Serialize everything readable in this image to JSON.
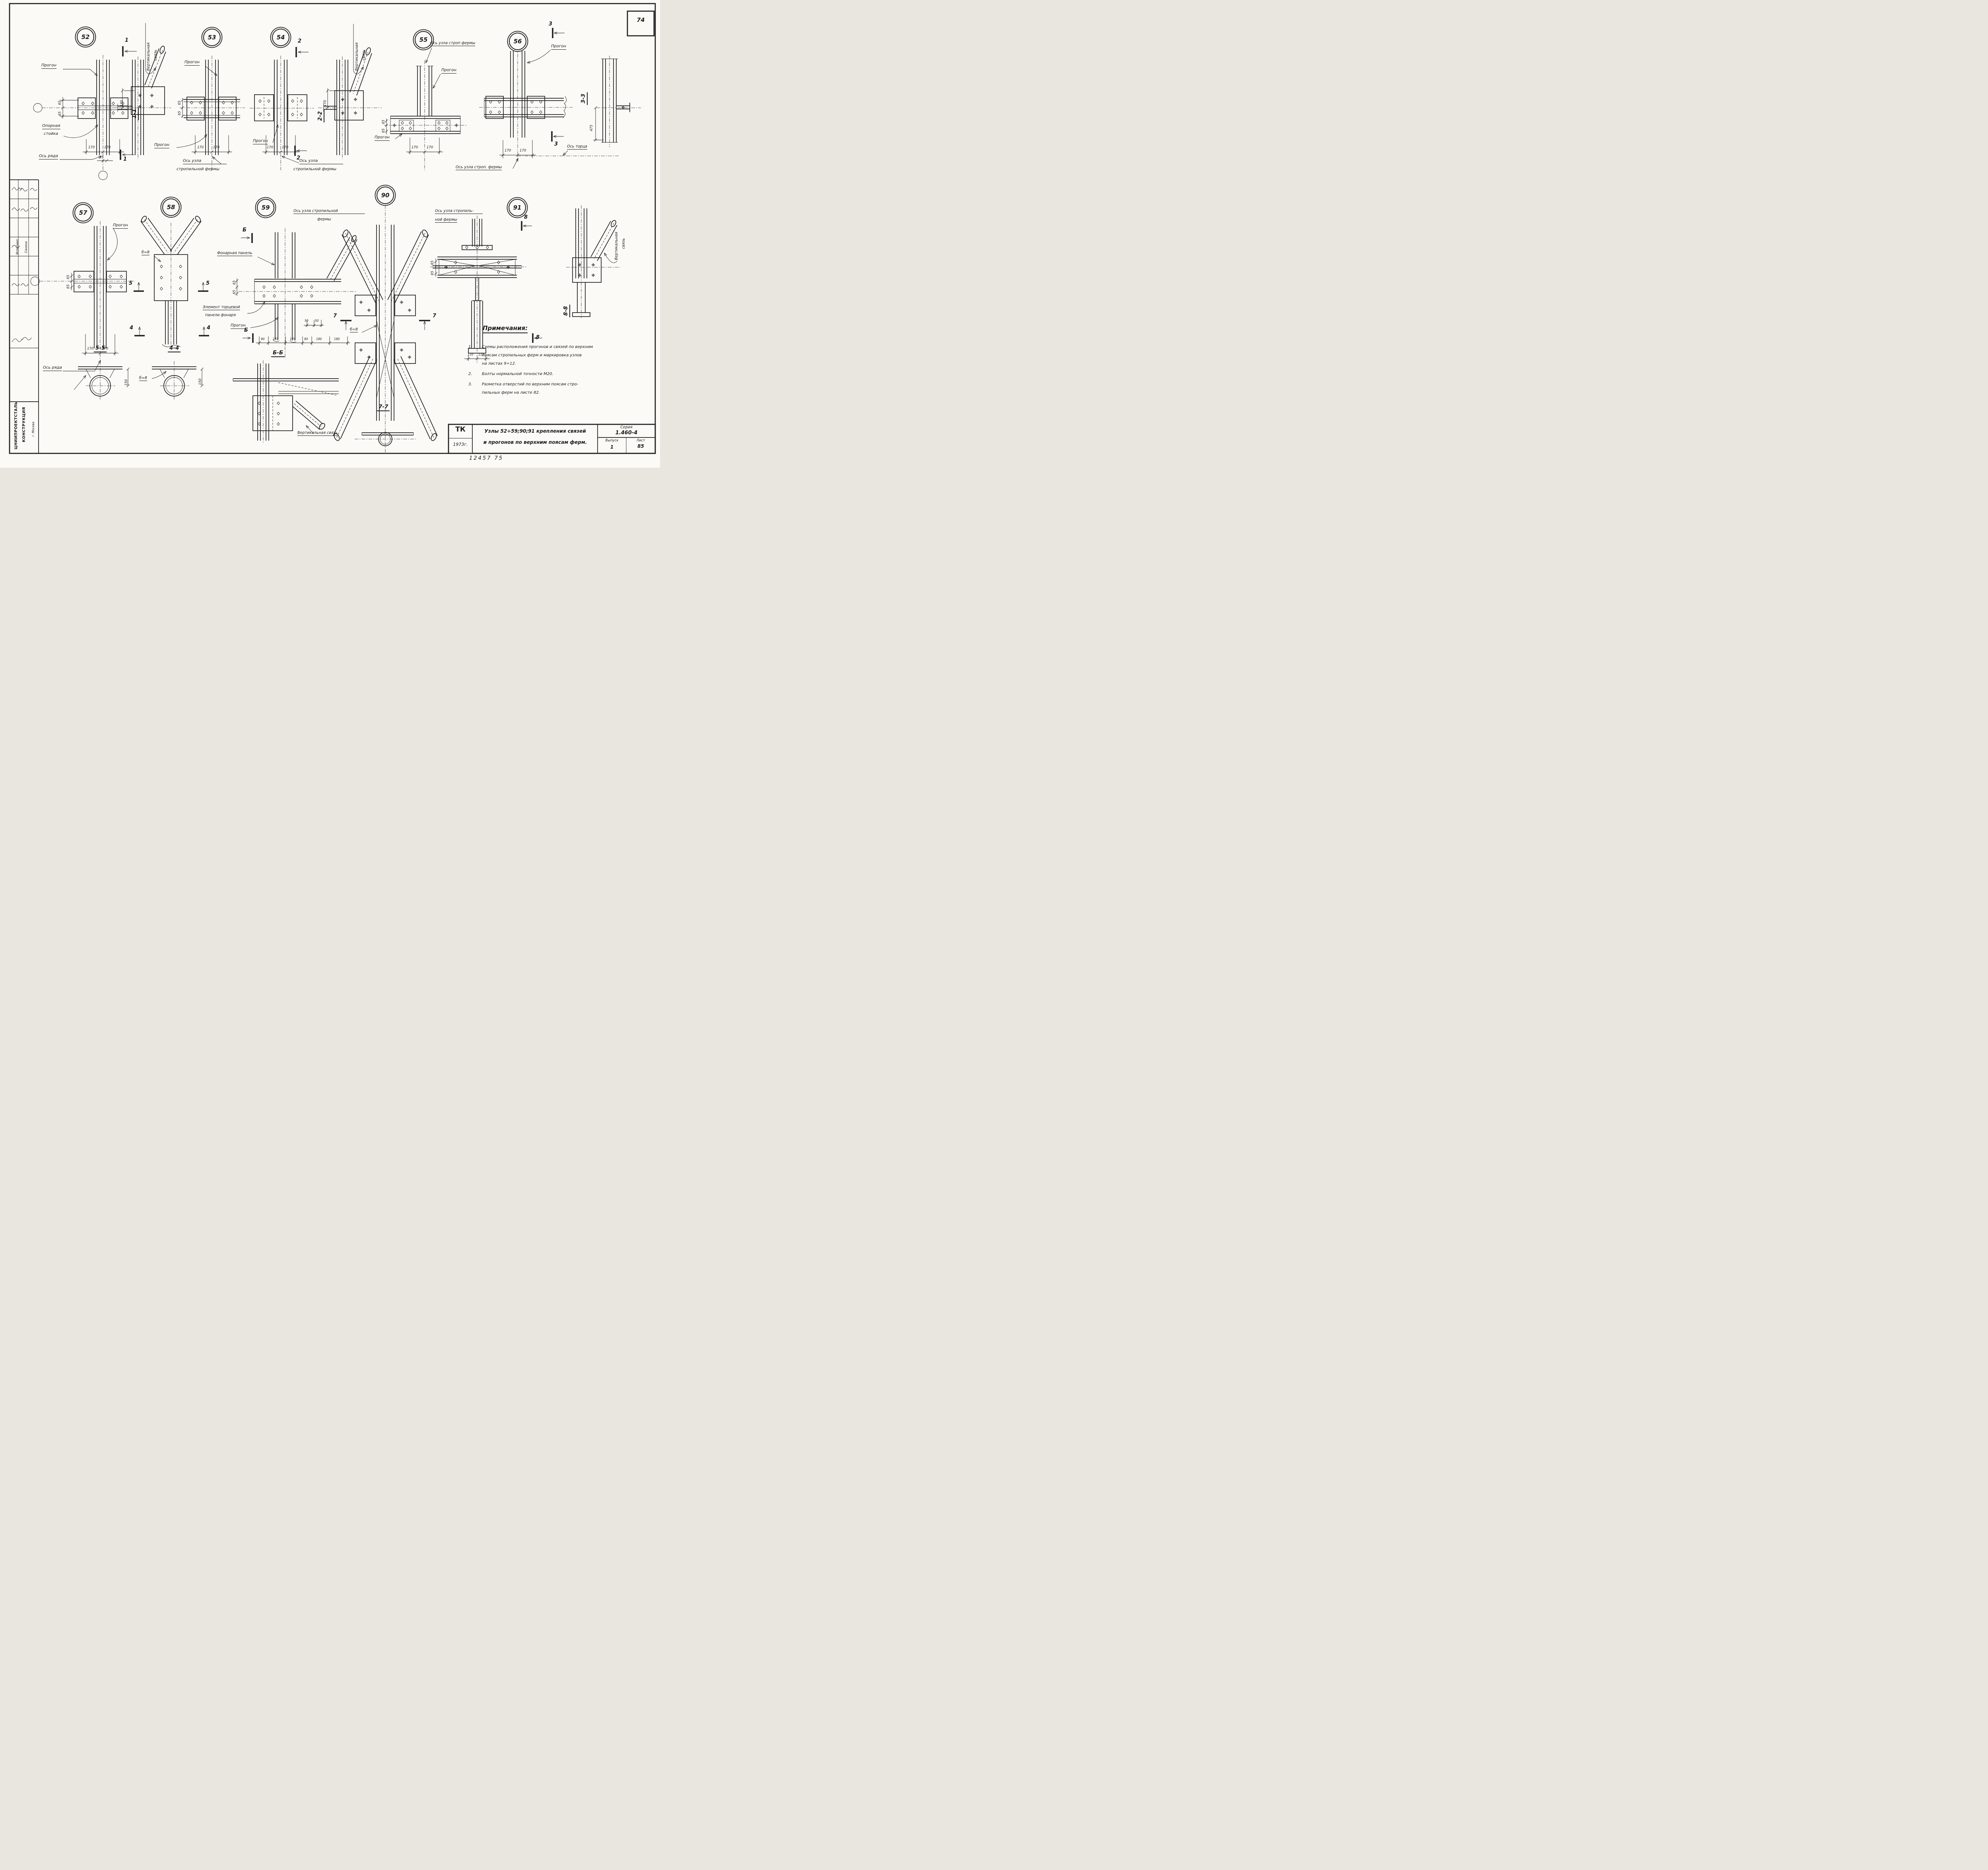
{
  "sheet": {
    "corner_number": "74",
    "inventory_number": "12457  75"
  },
  "stamp": {
    "org_line1": "ЦНИИПРОЕКТСТАЛЬ",
    "org_line2": "КОНСТРУКЦИЯ",
    "city": "г. Москва",
    "executor_label": "Исполнил",
    "executor_name": "Санина"
  },
  "title_block": {
    "org_code": "ТК",
    "year": "1973г.",
    "title_line1": "Узлы 52÷59;90;91 крепления связей",
    "title_line2": "и прогонов по верхним поясам ферм.",
    "series_label": "Серия",
    "series_value": "1.460-4",
    "issue_label": "Выпуск",
    "issue_value": "1",
    "sheet_label": "Лист",
    "sheet_value": "85"
  },
  "notes": {
    "heading": "Примечания:",
    "item1_no": "1.",
    "item1_line1": "Схемы расположения прогонов и связей по верхним",
    "item1_line2": "поясам стропильных ферм и маркировка узлов",
    "item1_line3": "на листах 9÷12.",
    "item2_no": "2.",
    "item2_line1": "Болты нормальной точности М20.",
    "item3_no": "3.",
    "item3_line1": "Разметка отверстий по верхним поясам стро-",
    "item3_line2": "пильных ферм на листе 82."
  },
  "n52": {
    "num": "52",
    "purlin": "Прогон",
    "support_line1": "Опорная",
    "support_line2": "стойка",
    "row_axis": "Ось ряда",
    "dim65a": "65",
    "dim65b": "65",
    "dim170a": "170",
    "dim170b": "170",
    "dim35": "35",
    "sec_top": "1",
    "sec_bot": "1"
  },
  "s11": {
    "title": "1-1",
    "dim170": "170",
    "brace_line1": "Вертикальная",
    "brace_line2": "связь"
  },
  "n53": {
    "num": "53",
    "purlin_top": "Прогон",
    "purlin_bot": "Прогон",
    "dim65a": "65",
    "dim65b": "65",
    "dim170a": "170",
    "dim170b": "170",
    "axis_line1": "Ось узла",
    "axis_line2": "стропильной фермы"
  },
  "n54": {
    "num": "54",
    "purlin": "Прогон",
    "dim170a": "170",
    "dim170b": "170",
    "sec_top": "2",
    "sec_bot": "2",
    "axis_line1": "Ось узла",
    "axis_line2": "стропильной фермы"
  },
  "s22": {
    "title": "2-2",
    "dim170": "170",
    "brace_line1": "Вертикальная",
    "brace_line2": "связь"
  },
  "n55": {
    "num": "55",
    "axis": "Ось узла строп фермы",
    "purlin_top": "Прогон",
    "purlin_bot": "Прогон",
    "dim65a": "65",
    "dim65b": "65",
    "dim170a": "170",
    "dim170b": "170"
  },
  "n56": {
    "num": "56",
    "purlin": "Прогон",
    "sec_top": "3",
    "sec_bot": "3",
    "dim170a": "170",
    "dim170b": "170",
    "axis": "Ось узла строп. фермы"
  },
  "s33": {
    "title": "3-3",
    "dim475": "475",
    "end_axis": "Ось торца"
  },
  "n57": {
    "num": "57",
    "purlin": "Прогон",
    "dim65a": "65",
    "dim65b": "65",
    "dim170a": "170",
    "dim170b": "170",
    "row_axis": "Ось ряда"
  },
  "n58": {
    "num": "58",
    "thickness": "б=8",
    "sec5_left": "5",
    "sec5_right": "5",
    "sec4_left": "4",
    "sec4_right": "4"
  },
  "n59": {
    "num": "59",
    "axis_line1": "Ось узла стропильной",
    "axis_line2": "фермы",
    "sec_top": "Б",
    "sec_bot": "Б",
    "lantern_panel": "Фонарная панель",
    "dim65a": "65",
    "dim65b": "65",
    "end_panel_line1": "Элемент торцевой",
    "end_panel_line2": "панели фонаря",
    "purlin": "Прогон",
    "dim50a": "50",
    "dim50b": "50",
    "dim90a": "90",
    "dim170a": "170",
    "dim170b": "170",
    "dim90b": "90",
    "dim180a": "180",
    "dim180b": "180"
  },
  "sBB": {
    "title": "Б-Б",
    "brace": "Вертикальная связь"
  },
  "s55": {
    "title": "5-5",
    "dim150": "150"
  },
  "s44": {
    "title": "4-4",
    "thickness": "б=8",
    "dim150": "150"
  },
  "n90": {
    "num": "90",
    "axis_line1": "Ось узла стропиль-",
    "axis_line2": "ной фермы",
    "sec_left": "7",
    "sec_right": "7",
    "thickness": "б=8"
  },
  "s77": {
    "title": "7-7"
  },
  "n91": {
    "num": "91",
    "dim65a": "65",
    "dim65b": "65",
    "dim110a": "110",
    "dim110b": "110",
    "sec_top": "8",
    "sec_bot": "8"
  },
  "s88": {
    "title": "8-8",
    "brace_line1": "Вертикальная",
    "brace_line2": "связь"
  }
}
